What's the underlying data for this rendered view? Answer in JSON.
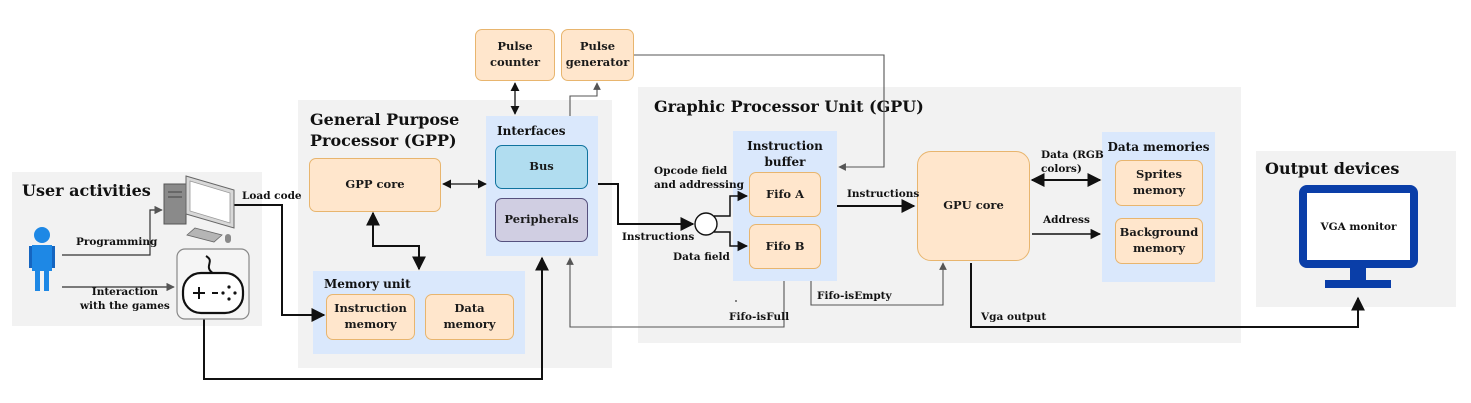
{
  "regions": {
    "user_activities": "User activities",
    "gpp": "General Purpose\nProcessor (GPP)",
    "gpu": "Graphic Processor Unit (GPU)",
    "output_devices": "Output devices"
  },
  "boxes": {
    "pulse_counter": "Pulse\ncounter",
    "pulse_generator": "Pulse\ngenerator",
    "interfaces": "Interfaces",
    "bus": "Bus",
    "peripherals": "Peripherals",
    "gpp_core": "GPP core",
    "memory_unit": "Memory unit",
    "instruction_memory": "Instruction\nmemory",
    "data_memory": "Data\nmemory",
    "instruction_buffer": "Instruction\nbuffer",
    "fifo_a": "Fifo A",
    "fifo_b": "Fifo B",
    "gpu_core": "GPU core",
    "data_memories": "Data memories",
    "sprites_memory": "Sprites\nmemory",
    "background_memory": "Background\nmemory",
    "vga_monitor": "VGA monitor"
  },
  "labels": {
    "load_code": "Load code",
    "programming": "Programming",
    "interaction": "Interaction\nwith the games",
    "opcode_field": "Opcode field\nand addressing",
    "instructions_in": "Instructions",
    "data_field": "Data field",
    "instructions_out": "Instructions",
    "data_rgb": "Data (RGB\ncolors)",
    "address": "Address",
    "fifo_isfull": "Fifo-isFull",
    "fifo_isempty": "Fifo-isEmpty",
    "vga_output": "Vga output"
  },
  "icons": [
    "user-icon",
    "computer-icon",
    "gamepad-icon",
    "monitor-icon",
    "multiplexer-icon"
  ],
  "colors": {
    "region_bg": "#f2f2f2",
    "container_blue": "#dae8fc",
    "box_orange": "#ffe6cc",
    "box_orange_border": "#e8b56e",
    "bus_blue": "#b1ddf0",
    "peripherals_purple": "#d0cee2",
    "monitor_blue": "#0a3ea8",
    "user_blue": "#1e88e5"
  }
}
